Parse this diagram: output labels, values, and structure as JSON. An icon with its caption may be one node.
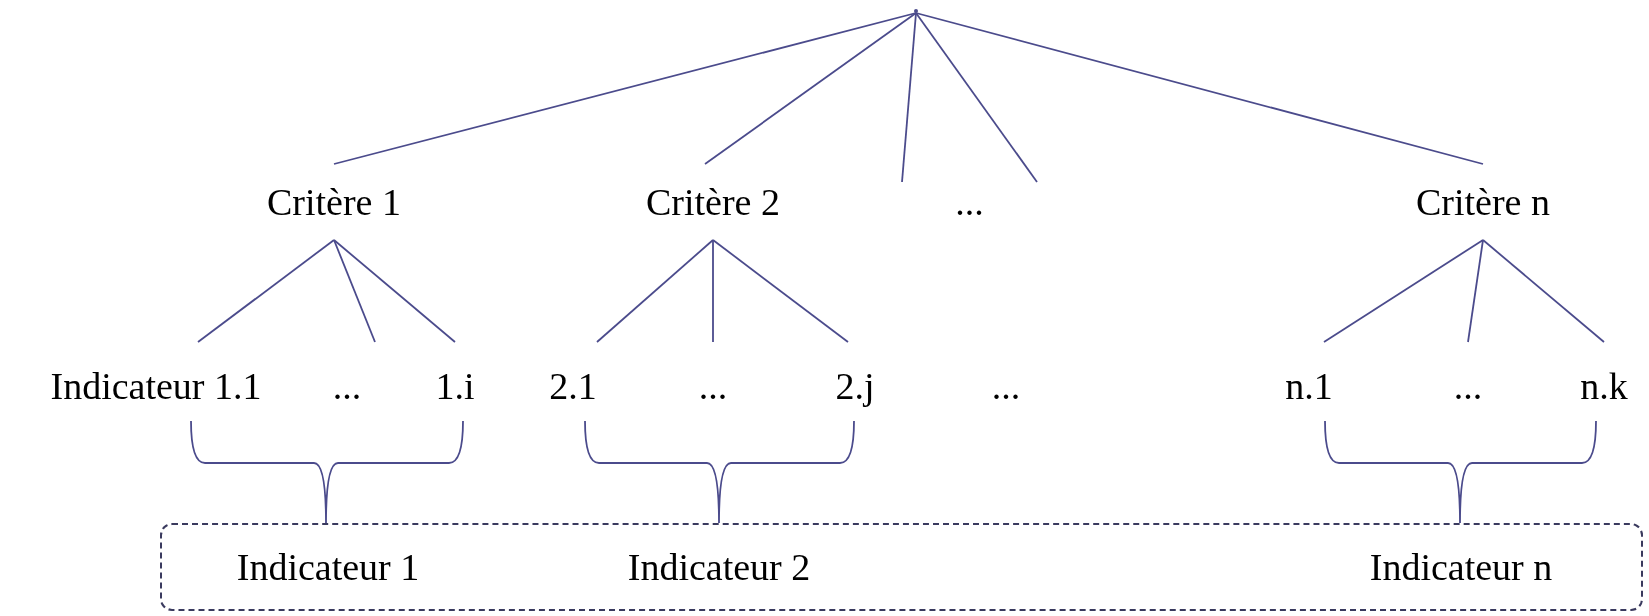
{
  "diagram": {
    "nodes": [
      {
        "text": [],
        "shape": "point"
      },
      {
        "text": [
          "Critère 1"
        ]
      },
      {
        "text": [
          "Critère 2"
        ]
      },
      {
        "text": [
          "..."
        ]
      },
      {
        "text": [
          "Critère n"
        ]
      },
      {
        "text": [
          "Indicateur 1.1"
        ]
      },
      {
        "text": [
          "..."
        ]
      },
      {
        "text": [
          "1.i"
        ]
      },
      {
        "text": [
          "2.1"
        ]
      },
      {
        "text": [
          "..."
        ]
      },
      {
        "text": [
          "2.j"
        ]
      },
      {
        "text": [
          "..."
        ]
      },
      {
        "text": [
          "n.1"
        ]
      },
      {
        "text": [
          "..."
        ]
      },
      {
        "text": [
          "n.k"
        ]
      },
      {
        "text": [],
        "shape": "box"
      },
      {
        "text": [
          "Indicateur 1"
        ],
        "in": 15
      },
      {
        "text": [
          "Indicateur 2"
        ],
        "in": 15
      },
      {
        "text": [
          "Indicateur n"
        ],
        "in": 15
      }
    ],
    "edges": [
      {
        "from": 0,
        "to": 1,
        "arrow": "none"
      },
      {
        "from": 0,
        "to": 2,
        "arrow": "none"
      },
      {
        "from": 0,
        "to": 3,
        "arrow": "none"
      },
      {
        "from": 0,
        "to": 3,
        "arrow": "none"
      },
      {
        "from": 0,
        "to": 4,
        "arrow": "none"
      },
      {
        "from": 1,
        "to": 5,
        "arrow": "none"
      },
      {
        "from": 1,
        "to": 6,
        "arrow": "none"
      },
      {
        "from": 1,
        "to": 7,
        "arrow": "none"
      },
      {
        "from": 2,
        "to": 8,
        "arrow": "none"
      },
      {
        "from": 2,
        "to": 9,
        "arrow": "none"
      },
      {
        "from": 2,
        "to": 10,
        "arrow": "none"
      },
      {
        "from": 4,
        "to": 12,
        "arrow": "none"
      },
      {
        "from": 4,
        "to": 13,
        "arrow": "none"
      },
      {
        "from": 4,
        "to": 14,
        "arrow": "none"
      }
    ]
  }
}
